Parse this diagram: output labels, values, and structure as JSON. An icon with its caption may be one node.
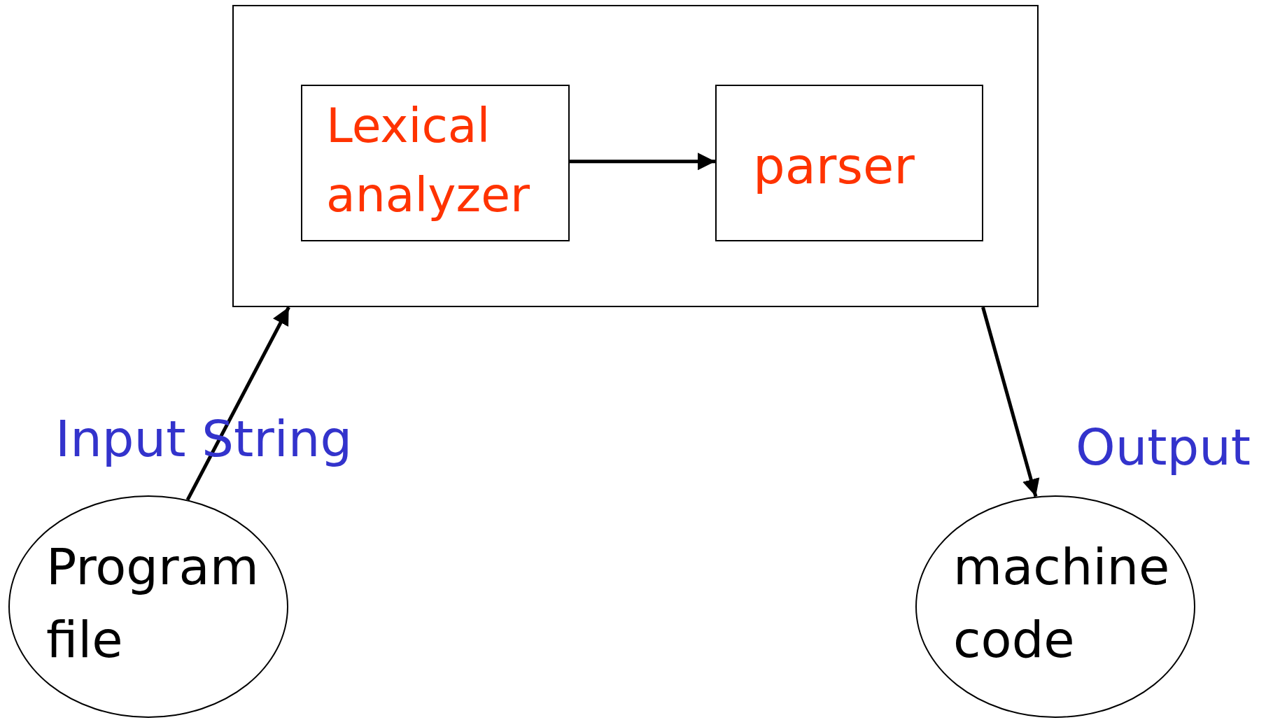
{
  "diagram": {
    "nodes": [
      {
        "text": [],
        "shape": "box"
      },
      {
        "text": [
          "Lexical analyzer"
        ],
        "in": 0
      },
      {
        "text": [
          "parser"
        ],
        "in": 0
      },
      {
        "text": [
          "Program file"
        ]
      },
      {
        "text": [
          "machine code"
        ]
      }
    ],
    "edges": [
      {
        "from": 3,
        "to": 0,
        "arrow": "to",
        "label": "Input String"
      },
      {
        "from": 1,
        "to": 2,
        "arrow": "to"
      },
      {
        "from": 0,
        "to": 4,
        "arrow": "to",
        "label": "Output"
      }
    ]
  }
}
